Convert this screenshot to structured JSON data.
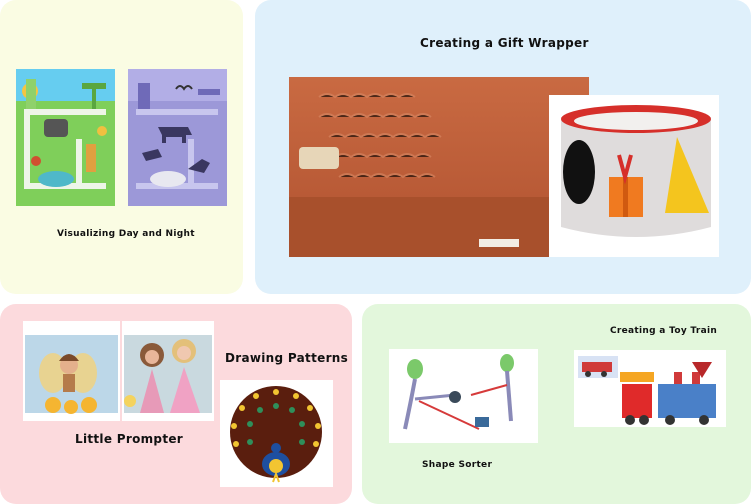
{
  "cards": {
    "day_night": {
      "title": "Visualizing Day and Night",
      "color": "#fafce3"
    },
    "gift_wrapper": {
      "title": "Creating a Gift Wrapper",
      "color": "#dff0fb"
    },
    "little_prompter": {
      "title": "Little Prompter",
      "color": "#fcdadd"
    },
    "drawing_patterns": {
      "title": "Drawing Patterns"
    },
    "toy_train": {
      "title": "Creating a Toy Train",
      "color": "#e3f7dc"
    },
    "shape_sorter": {
      "title": "Shape Sorter"
    }
  },
  "icons": {
    "day_scene": "day-scene-illustration",
    "night_scene": "night-scene-illustration",
    "gift_photo": "gift-wrapper-photo",
    "fairy_photo": "fairy-child-photo",
    "girls_photo": "girls-playing-photo",
    "peacock": "peacock-drawing",
    "shape_sorter": "shape-sorter-illustration",
    "toy_train": "toy-train-drawing"
  }
}
